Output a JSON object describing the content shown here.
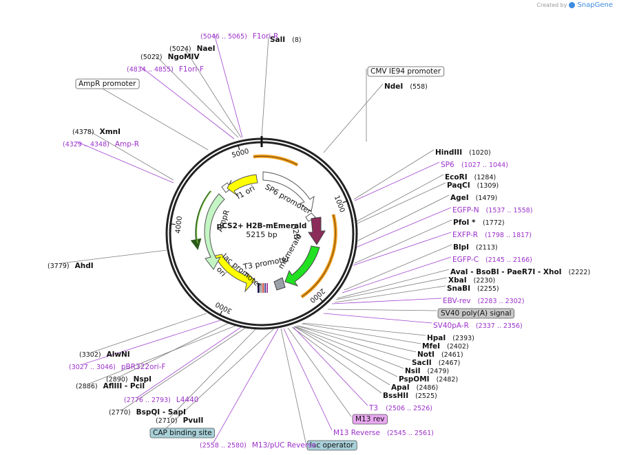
{
  "branding": {
    "created_by": "Created by",
    "brand": "SnapGene"
  },
  "plasmid": {
    "name": "pCS2+ H2B-mEmerald",
    "size": "5215 bp"
  },
  "ticks": [
    "1000",
    "2000",
    "3000",
    "4000",
    "5000"
  ],
  "features": [
    {
      "name": "SP6 promoter"
    },
    {
      "name": "H2B"
    },
    {
      "name": "mEmerald"
    },
    {
      "name": "T3 promoter"
    },
    {
      "name": "lac promoter"
    },
    {
      "name": "ori"
    },
    {
      "name": "AmpR"
    },
    {
      "name": "f1 ori"
    }
  ],
  "labels": [
    {
      "kind": "enzyme",
      "name": "SalI",
      "coord": "(8)"
    },
    {
      "kind": "box",
      "name": "CMV IE94 promoter"
    },
    {
      "kind": "enzyme",
      "name": "NdeI",
      "coord": "(558)"
    },
    {
      "kind": "enzyme",
      "name": "HindIII",
      "coord": "(1020)"
    },
    {
      "kind": "primer",
      "name": "SP6",
      "coord": "(1027 .. 1044)"
    },
    {
      "kind": "enzyme",
      "name": "EcoRI",
      "coord": "(1284)"
    },
    {
      "kind": "enzyme",
      "name": "PaqCI",
      "coord": "(1309)"
    },
    {
      "kind": "enzyme",
      "name": "AgeI",
      "coord": "(1479)"
    },
    {
      "kind": "primer",
      "name": "EGFP-N",
      "coord": "(1537 .. 1558)"
    },
    {
      "kind": "enzyme",
      "name": "PfoI *",
      "coord": "(1772)"
    },
    {
      "kind": "primer",
      "name": "EXFP-R",
      "coord": "(1798 .. 1817)"
    },
    {
      "kind": "enzyme",
      "name": "BlpI",
      "coord": "(2113)"
    },
    {
      "kind": "primer",
      "name": "EGFP-C",
      "coord": "(2145 .. 2166)"
    },
    {
      "kind": "enzyme",
      "name": "AvaI   - BsoBI   - PaeR7I   - XhoI",
      "coord": "(2222)"
    },
    {
      "kind": "enzyme",
      "name": "XbaI",
      "coord": "(2230)"
    },
    {
      "kind": "enzyme",
      "name": "SnaBI",
      "coord": "(2255)"
    },
    {
      "kind": "primer",
      "name": "EBV-rev",
      "coord": "(2283 .. 2302)"
    },
    {
      "kind": "box",
      "name": "SV40 poly(A) signal"
    },
    {
      "kind": "primer",
      "name": "SV40pA-R",
      "coord": "(2337 .. 2356)"
    },
    {
      "kind": "enzyme",
      "name": "HpaI",
      "coord": "(2393)"
    },
    {
      "kind": "enzyme",
      "name": "MfeI",
      "coord": "(2402)"
    },
    {
      "kind": "enzyme",
      "name": "NotI",
      "coord": "(2461)"
    },
    {
      "kind": "enzyme",
      "name": "SacII",
      "coord": "(2467)"
    },
    {
      "kind": "enzyme",
      "name": "NsiI",
      "coord": "(2479)"
    },
    {
      "kind": "enzyme",
      "name": "PspOMI",
      "coord": "(2482)"
    },
    {
      "kind": "enzyme",
      "name": "ApaI",
      "coord": "(2486)"
    },
    {
      "kind": "enzyme",
      "name": "BssHII",
      "coord": "(2525)"
    },
    {
      "kind": "primer",
      "name": "T3",
      "coord": "(2506 .. 2526)"
    },
    {
      "kind": "box",
      "name": "M13 rev"
    },
    {
      "kind": "primer",
      "name": "M13 Reverse",
      "coord": "(2545 .. 2561)"
    },
    {
      "kind": "box",
      "name": "lac operator"
    },
    {
      "kind": "primer",
      "name": "M13/pUC Reverse",
      "coord": "(2558 .. 2580)"
    },
    {
      "kind": "box",
      "name": "CAP binding site"
    },
    {
      "kind": "enzyme",
      "name": "PvuII",
      "coord": "(2710)"
    },
    {
      "kind": "enzyme",
      "name": "BspQI   - SapI",
      "coord": "(2770)"
    },
    {
      "kind": "primer",
      "name": "L4440",
      "coord": "(2776 .. 2793)"
    },
    {
      "kind": "enzyme",
      "name": "AflIII   - PciI",
      "coord": "(2886)"
    },
    {
      "kind": "enzyme",
      "name": "NspI",
      "coord": "(2890)"
    },
    {
      "kind": "primer",
      "name": "pBR322ori-F",
      "coord": "(3027 .. 3046)"
    },
    {
      "kind": "enzyme",
      "name": "AlwNI",
      "coord": "(3302)"
    },
    {
      "kind": "enzyme",
      "name": "AhdI",
      "coord": "(3779)"
    },
    {
      "kind": "primer",
      "name": "Amp-R",
      "coord": "(4329 .. 4348)"
    },
    {
      "kind": "enzyme",
      "name": "XmnI",
      "coord": "(4378)"
    },
    {
      "kind": "box",
      "name": "AmpR promoter"
    },
    {
      "kind": "primer",
      "name": "F1ori-F",
      "coord": "(4834 .. 4855)"
    },
    {
      "kind": "enzyme",
      "name": "NgoMIV",
      "coord": "(5022)"
    },
    {
      "kind": "enzyme",
      "name": "NaeI",
      "coord": "(5024)"
    },
    {
      "kind": "primer",
      "name": "F1ori-R",
      "coord": "(5046 .. 5065)"
    }
  ],
  "colors": {
    "enzyme_line": "#7a7a7a",
    "primer": "#9b2fc9",
    "primer_line": "#a040d0",
    "backbone": "#222222",
    "orange_primer": "#f0a020",
    "promoter_fill": "#ffffff",
    "h2b": "#8b2c5a",
    "memerald": "#22e022",
    "ori": "#ffff00",
    "ampr": "#c4f5c4",
    "cap_box": "#a8d0d8",
    "m13_box": "#e8a8f0",
    "sv40_box": "#c8c8c8"
  }
}
